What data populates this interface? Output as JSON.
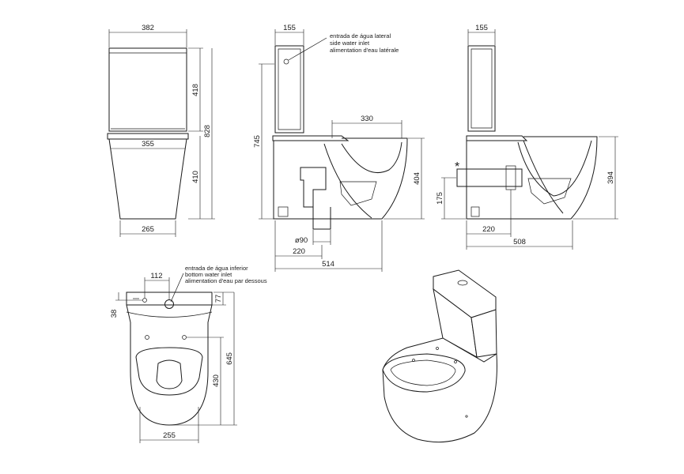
{
  "front_view": {
    "dim_width_top": "382",
    "dim_tank_height": "418",
    "dim_total_height": "828",
    "dim_tank_seat_width": "355",
    "dim_bowl_height": "410",
    "dim_width_bottom": "265"
  },
  "side_view_left": {
    "dim_tank_depth": "155",
    "inlet_label_pt": "entrada de água lateral",
    "inlet_label_en": "side water inlet",
    "inlet_label_fr": "alimentation d'eau latérale",
    "dim_bowl_opening": "330",
    "dim_height": "745",
    "dim_rim_height": "404",
    "dim_outlet_diameter": "ø90",
    "dim_outlet_distance": "220",
    "dim_total_depth": "514"
  },
  "side_view_right": {
    "dim_tank_depth": "155",
    "dim_rim_height": "394",
    "dim_outlet_height": "175",
    "dim_outlet_distance": "220",
    "dim_total_depth": "508",
    "asterisk": "*"
  },
  "top_view": {
    "inlet_label_pt": "entrada de água inferior",
    "inlet_label_en": "bottom water inlet",
    "inlet_label_fr": "alimentation d'eau par dessous",
    "dim_inlet_offset": "112",
    "dim_inlet_depth": "77",
    "dim_wall_gap": "38",
    "dim_total_length": "645",
    "dim_bowl_length": "430",
    "dim_width": "255"
  }
}
